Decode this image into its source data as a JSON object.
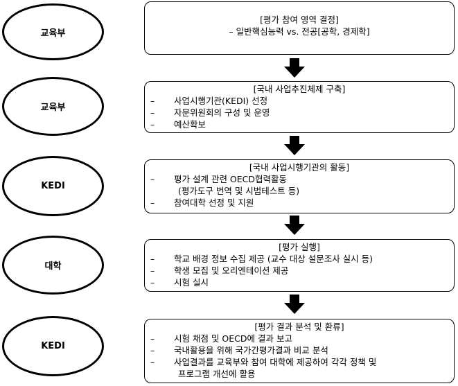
{
  "rows": [
    {
      "actor": "교육부",
      "title": "[평가 참여 영역 결정]",
      "subtitle": "– 일반핵심능력 vs. 전공[공학, 경제학]",
      "items": []
    },
    {
      "actor": "교육부",
      "title": "[국내 사업추진체제 구축]",
      "subtitle": "",
      "items": [
        "사업시행기관(KEDI) 선정",
        "자문위원회의 구성 및 운영",
        "예산확보"
      ]
    },
    {
      "actor": "KEDI",
      "title": "[국내 사업시행기관의 활동]",
      "subtitle": "",
      "items": [
        "평가 설계 관련 OECD협력활동",
        "(평가도구 번역 및 시범테스트 등)",
        "참여대학 선정 및 지원"
      ]
    },
    {
      "actor": "대학",
      "title": "[평가 실행]",
      "subtitle": "",
      "items": [
        "학교 배경 정보 수집 제공 (교수 대상 설문조사 실시 등)",
        "학생 모집 및 오리엔테이션 제공",
        "시험 실시"
      ]
    },
    {
      "actor": "KEDI",
      "title": "[평가 결과 분석 및 환류]",
      "subtitle": "",
      "items": [
        "시험 채점 및 OECD에 결과 보고",
        "국내활용을 위해 국가간평가결과 비교 분석",
        "사업결과를 교육부와 참여 대학에 제공하여 각각 정책 및",
        "프로그램 개선에 활용"
      ]
    }
  ],
  "colors": {
    "line": "#000000",
    "background": "#ffffff"
  }
}
